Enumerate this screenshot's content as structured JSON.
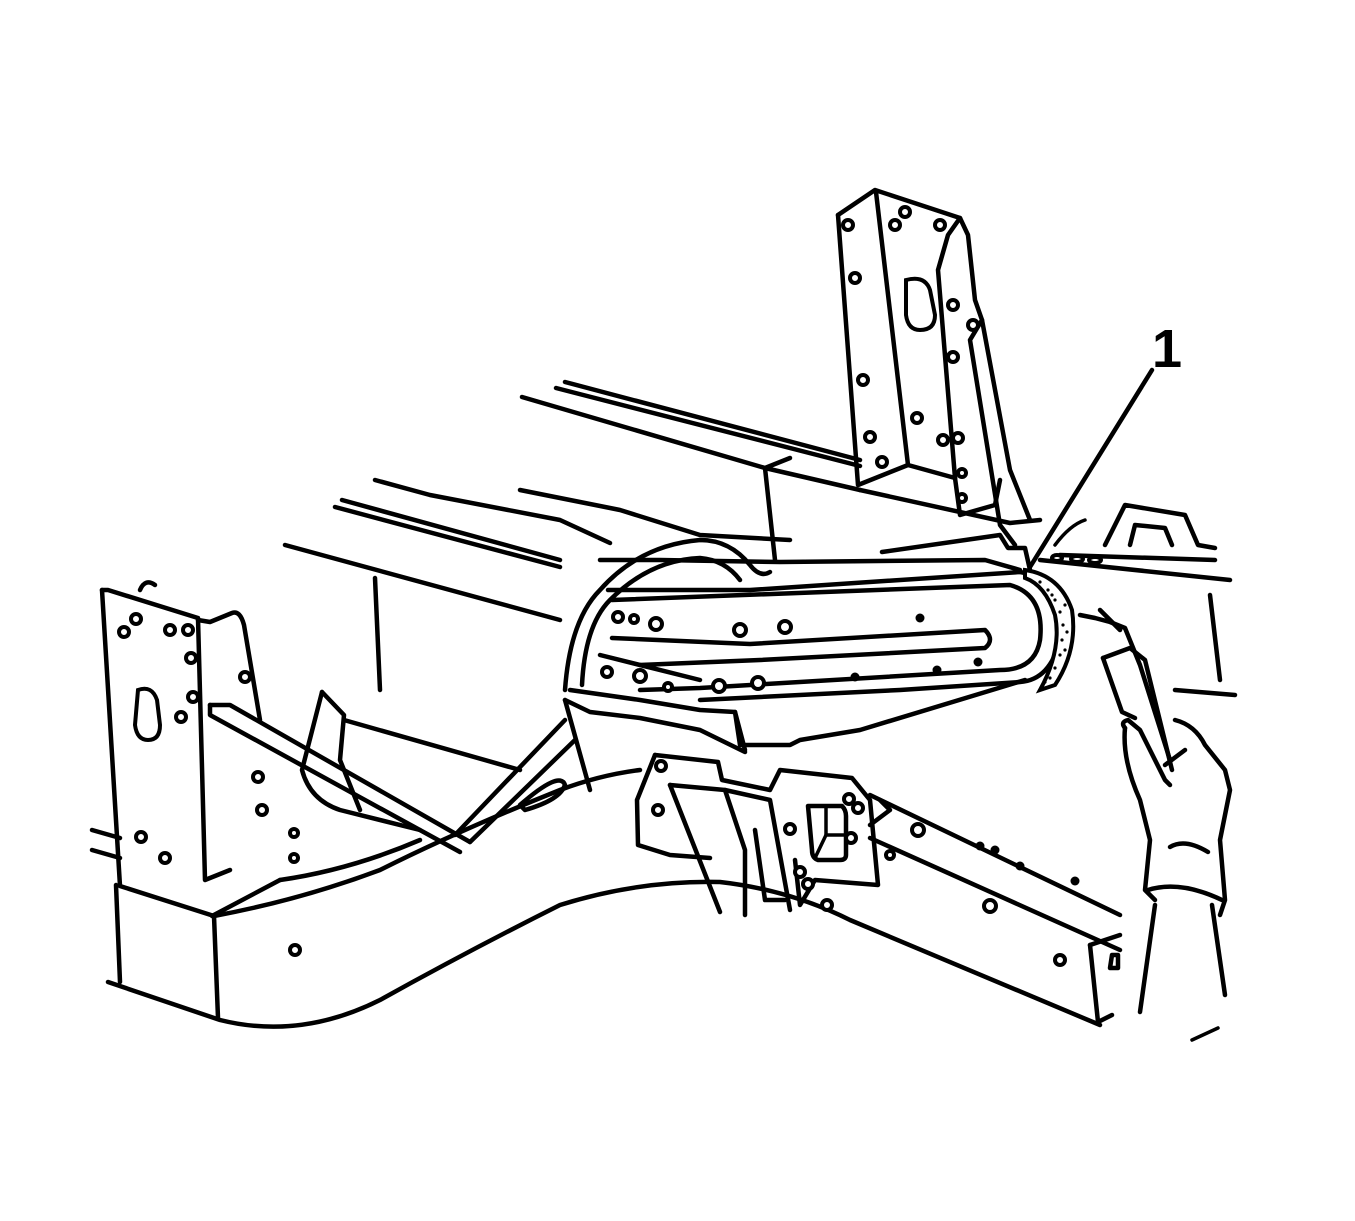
{
  "figure": {
    "type": "service-manual line illustration",
    "subject": "vehicle frame rail end with sealer being applied",
    "background": "#ffffff",
    "line_color": "#000000"
  },
  "callouts": [
    {
      "number": "1",
      "target": "sealer bead at end of frame rail"
    }
  ],
  "parts": {
    "upper_rear_bracket": "vertical mounting bracket (upper)",
    "left_front_bracket": "vertical mounting bracket (left)",
    "center_rail": "frame rail with slotted end and holes",
    "crossmember": "lower curved frame member",
    "center_bracket": "mounting bracket on crossmember",
    "diagonal_brace": "diagonal brace",
    "sealer_bead": "textured sealer bead",
    "gloved_hand": "gloved hand holding sealer applicator",
    "applicator": "sealer gun / applicator"
  }
}
